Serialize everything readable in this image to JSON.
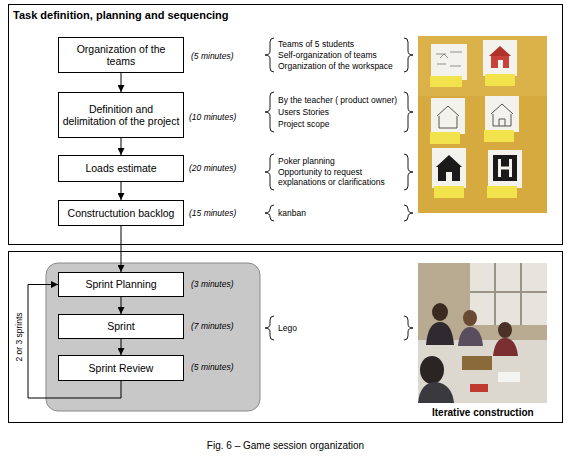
{
  "diagram": {
    "caption": "Fig. 6 – Game session organization",
    "nodes": [
      {
        "text": [
          "Task definition, planning and sequencing"
        ]
      },
      {
        "text": [
          "Organization of the teams"
        ],
        "in": 0
      },
      {
        "text": [
          "Definition and delimitation of the project"
        ],
        "in": 0
      },
      {
        "text": [
          "Loads estimate"
        ],
        "in": 0
      },
      {
        "text": [
          "Constructution backlog"
        ],
        "in": 0
      },
      {
        "text": [
          "Iterative construction"
        ]
      },
      {
        "text": [
          "Sprint Planning"
        ],
        "in": 5
      },
      {
        "text": [
          "Sprint"
        ],
        "in": 5
      },
      {
        "text": [
          "Sprint Review"
        ],
        "in": 5
      }
    ],
    "edges": [
      {
        "from": 1,
        "to": 2,
        "arrow": "to"
      },
      {
        "from": 2,
        "to": 3,
        "arrow": "to"
      },
      {
        "from": 3,
        "to": 4,
        "arrow": "to"
      },
      {
        "from": 4,
        "to": 6,
        "arrow": "to"
      },
      {
        "from": 6,
        "to": 7,
        "arrow": "to"
      },
      {
        "from": 7,
        "to": 8,
        "arrow": "to"
      },
      {
        "from": 8,
        "to": 6,
        "label": "2 or 3 sprints",
        "arrow": "to"
      }
    ],
    "labels": [
      "(5 minutes)",
      "(10 minutes)",
      "(20 minutes)",
      "(15 minutes)",
      "Teams of 5 students",
      "Self-organization of teams",
      "Organization of the workspace",
      "By the teacher ( product owner)",
      "Users Stories",
      "Project scope",
      "Poker planning",
      "Opportunity to request explanations or clarifications",
      "kanban",
      "(3 minutes)",
      "(7 minutes)",
      "(5 minutes)",
      "Lego"
    ]
  }
}
